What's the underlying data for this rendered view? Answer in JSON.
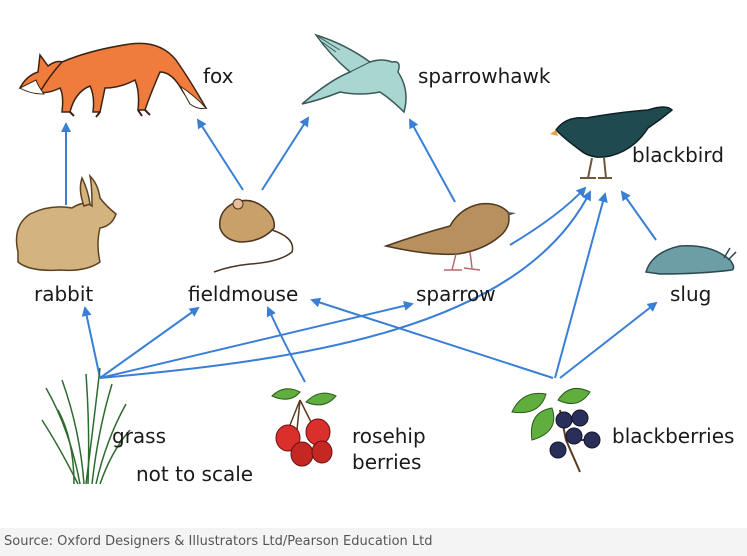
{
  "organisms": {
    "fox": "fox",
    "sparrowhawk": "sparrowhawk",
    "blackbird": "blackbird",
    "rabbit": "rabbit",
    "fieldmouse": "fieldmouse",
    "sparrow": "sparrow",
    "slug": "slug",
    "grass": "grass",
    "rosehip_line1": "rosehip",
    "rosehip_line2": "berries",
    "blackberries": "blackberries"
  },
  "note": "not to scale",
  "caption": "Source: Oxford Designers & Illustrators Ltd/Pearson Education Ltd",
  "colors": {
    "arrow": "#3a7fd6"
  },
  "links": [
    {
      "from": "rabbit",
      "to": "fox"
    },
    {
      "from": "fieldmouse",
      "to": "fox"
    },
    {
      "from": "fieldmouse",
      "to": "sparrowhawk"
    },
    {
      "from": "sparrow",
      "to": "sparrowhawk"
    },
    {
      "from": "sparrow",
      "to": "blackbird"
    },
    {
      "from": "slug",
      "to": "blackbird"
    },
    {
      "from": "grass",
      "to": "rabbit"
    },
    {
      "from": "grass",
      "to": "fieldmouse"
    },
    {
      "from": "grass",
      "to": "sparrow"
    },
    {
      "from": "grass",
      "to": "blackbird"
    },
    {
      "from": "rosehip berries",
      "to": "fieldmouse"
    },
    {
      "from": "blackberries",
      "to": "fieldmouse"
    },
    {
      "from": "blackberries",
      "to": "blackbird"
    },
    {
      "from": "blackberries",
      "to": "slug"
    }
  ]
}
